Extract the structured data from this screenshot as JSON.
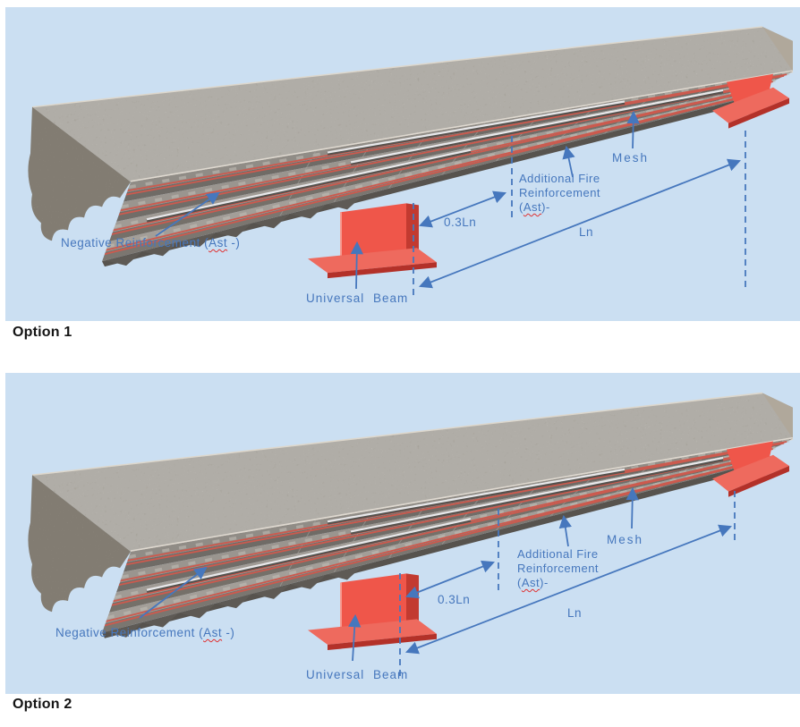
{
  "colors": {
    "panel_background": "#cbdff2",
    "annotation_blue": "#4677bd",
    "beam_red": "#ef564a",
    "caption_text": "#141414"
  },
  "diagrams": {
    "option1": {
      "caption": "Option 1",
      "labels": {
        "negative_reinforcement_prefix": "Negative Reinforcement (",
        "negative_reinforcement_ast": "Ast",
        "negative_reinforcement_suffix": " -)",
        "universal_beam": "Universal Beam",
        "dim_short": "0.3Ln",
        "dim_long": "Ln",
        "mesh": "Mesh",
        "fire_line1": "Additional Fire",
        "fire_line2": "Reinforcement",
        "fire_line3_open": "(",
        "fire_line3_ast": "Ast",
        "fire_line3_close": ")-"
      }
    },
    "option2": {
      "caption": "Option 2",
      "labels": {
        "negative_reinforcement_prefix": "Negative Reinforcement (",
        "negative_reinforcement_ast": "Ast",
        "negative_reinforcement_suffix": " -)",
        "universal_beam": "Universal Beam",
        "dim_short": "0.3Ln",
        "dim_long": "Ln",
        "mesh": "Mesh",
        "fire_line1": "Additional Fire",
        "fire_line2": "Reinforcement",
        "fire_line3_open": "(",
        "fire_line3_ast": "Ast",
        "fire_line3_close": ")-"
      }
    }
  }
}
